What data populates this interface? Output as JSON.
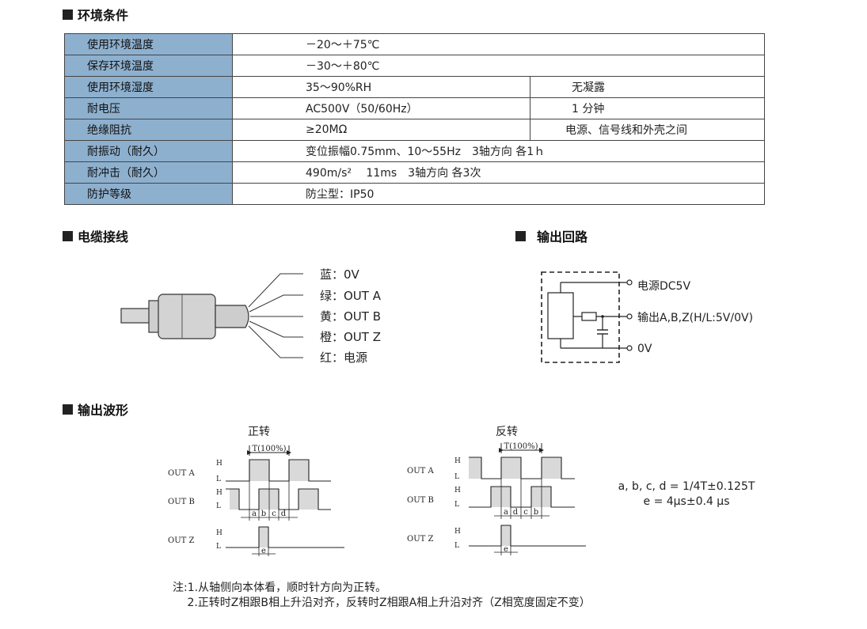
{
  "sections": {
    "env": "环境条件",
    "cable": "电缆接线",
    "circuit": "输出回路",
    "wave": "输出波形"
  },
  "env_rows": [
    {
      "label": "使用环境温度",
      "value": "－20～＋75℃",
      "extra": ""
    },
    {
      "label": "保存环境温度",
      "value": "－30～＋80℃",
      "extra": ""
    },
    {
      "label": "使用环境湿度",
      "value": "35～90%RH",
      "extra": "无凝露"
    },
    {
      "label": "耐电压",
      "value": "AC500V（50/60Hz）",
      "extra": "1 分钟"
    },
    {
      "label": "绝缘阻抗",
      "value": "≥20MΩ",
      "extra": "电源、信号线和外壳之间"
    },
    {
      "label": "耐振动（耐久）",
      "value": "变位振幅0.75mm、10～55Hz　3轴方向 各1ｈ",
      "extra": ""
    },
    {
      "label": "耐冲击（耐久）",
      "value": "490m/s²　 11ms　3轴方向 各3次",
      "extra": ""
    },
    {
      "label": "防护等级",
      "value": "防尘型：IP50",
      "extra": ""
    }
  ],
  "cable": {
    "wires": [
      "蓝：0V",
      "绿：OUT A",
      "黄：OUT B",
      "橙：OUT Z",
      "红：电源"
    ]
  },
  "circuit": {
    "labels": [
      "电源DC5V",
      "输出A,B,Z(H/L:5V/0V)",
      "0V"
    ]
  },
  "wave": {
    "forward_title": "正转",
    "reverse_title": "反转",
    "period_label": "T(100%)",
    "rows": [
      "OUT A",
      "OUT B",
      "OUT Z"
    ],
    "high": "H",
    "low": "L",
    "forward_segments": [
      "a",
      "b",
      "c",
      "d"
    ],
    "reverse_segments": [
      "a",
      "d",
      "c",
      "b"
    ],
    "pulse_label": "e",
    "formula1": "a, b, c, d = 1/4T±0.125T",
    "formula2": "e = 4μs±0.4 μs"
  },
  "notes": [
    "注:1.从轴侧向本体看，顺时针方向为正转。",
    "　 2.正转时Z相跟B相上升沿对齐，反转时Z相跟A相上升沿对齐（Z相宽度固定不变）"
  ]
}
